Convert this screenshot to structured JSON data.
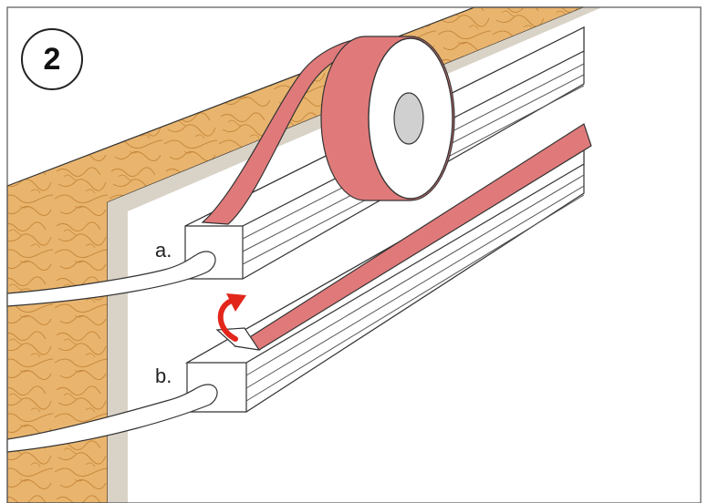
{
  "step": {
    "number": "2"
  },
  "labels": {
    "a": "a.",
    "b": "b."
  },
  "colors": {
    "wall_wood": "#E9B56E",
    "wall_wood_grain": "#C88A3E",
    "wall_edge": "#D9D2C6",
    "tape": "#E07A7A",
    "tape_dark": "#C65E5E",
    "arrow": "#E3261B",
    "profile_fill": "#FFFFFF",
    "outline": "#333333"
  },
  "icons": {
    "peel_arrow": "curved-arrow-icon"
  }
}
